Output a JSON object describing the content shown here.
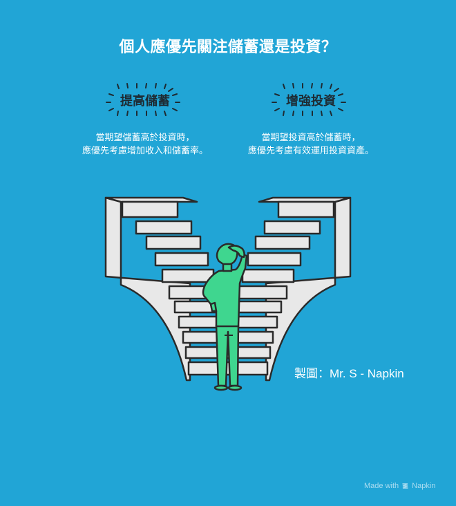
{
  "title": "個人應優先關注儲蓄還是投資？",
  "options": [
    {
      "label": "提高儲蓄",
      "description_line1": "當期望儲蓄高於投資時，",
      "description_line2": "應優先考慮增加收入和儲蓄率。"
    },
    {
      "label": "增強投資",
      "description_line1": "當期望投資高於儲蓄時，",
      "description_line2": "應優先考慮有效運用投資資產。"
    }
  ],
  "illustration": {
    "description": "Person standing between two diverging staircases",
    "icon": "staircase-crossroads-icon"
  },
  "credit": "製圖：Mr. S - Napkin",
  "watermark": {
    "prefix": "Made with",
    "brand": "Napkin",
    "icon": "napkin-logo-icon"
  },
  "colors": {
    "background": "#21a5d6",
    "stairs": "#e8e8e8",
    "outline": "#2a2a2a",
    "person": "#3fd68f",
    "label_text": "#1e2b33",
    "title_text": "#ffffff"
  }
}
